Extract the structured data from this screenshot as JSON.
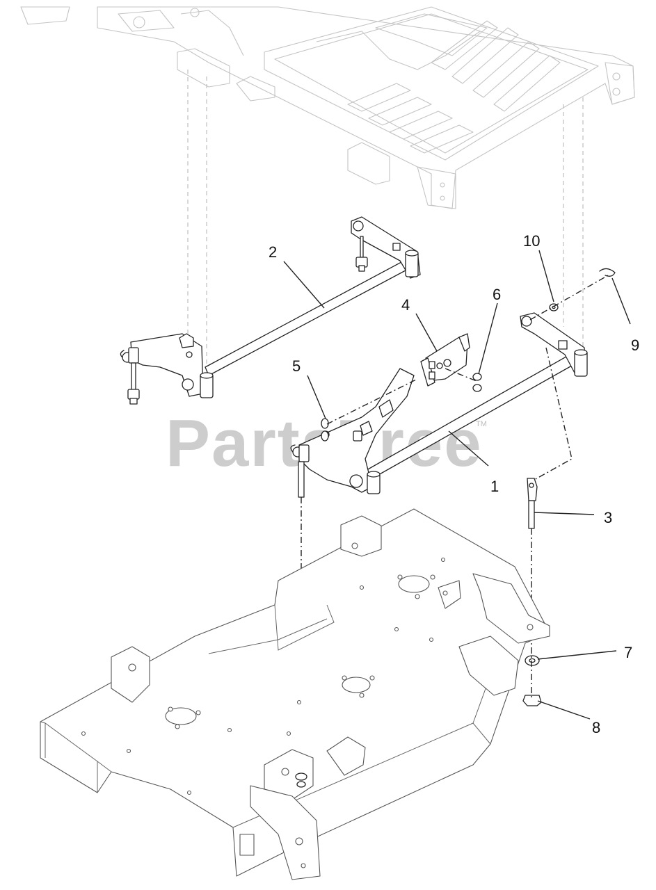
{
  "watermark": {
    "text": "PartsTree",
    "trademark": "TM"
  },
  "callouts": [
    {
      "id": "1",
      "label": "1"
    },
    {
      "id": "2",
      "label": "2"
    },
    {
      "id": "3",
      "label": "3"
    },
    {
      "id": "4",
      "label": "4"
    },
    {
      "id": "5",
      "label": "5"
    },
    {
      "id": "6",
      "label": "6"
    },
    {
      "id": "7",
      "label": "7"
    },
    {
      "id": "8",
      "label": "8"
    },
    {
      "id": "9",
      "label": "9"
    },
    {
      "id": "10",
      "label": "10"
    }
  ],
  "colors": {
    "line": "#222222",
    "faint": "#c4c4c4",
    "watermark": "#bdbdbd",
    "background": "#ffffff"
  }
}
